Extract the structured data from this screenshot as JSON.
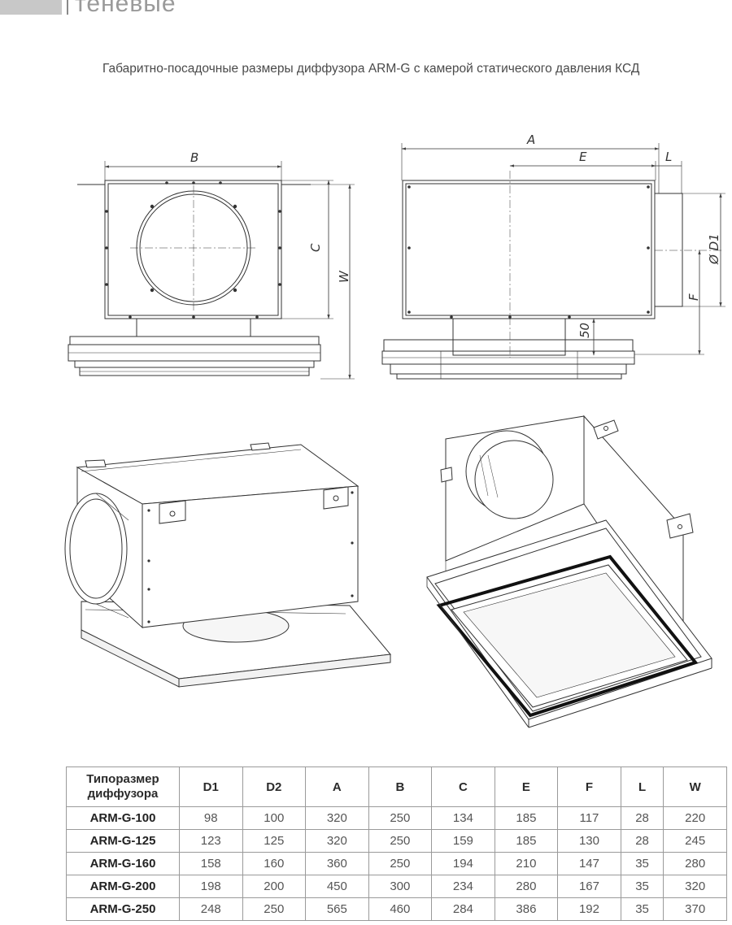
{
  "header": {
    "section_name": "теневые"
  },
  "title": "Габаритно-посадочные размеры диффузора ARM-G с камерой статического давления КСД",
  "dimension_labels": {
    "A": "A",
    "B": "B",
    "C": "C",
    "W": "W",
    "E": "E",
    "L": "L",
    "D1": "Ø D1",
    "F": "F",
    "fifty": "50"
  },
  "table": {
    "corner_header": "Типоразмер диффузора",
    "columns": [
      "D1",
      "D2",
      "A",
      "B",
      "C",
      "E",
      "F",
      "L",
      "W"
    ],
    "rows": [
      {
        "model": "ARM-G-100",
        "values": [
          "98",
          "100",
          "320",
          "250",
          "134",
          "185",
          "117",
          "28",
          "220"
        ]
      },
      {
        "model": "ARM-G-125",
        "values": [
          "123",
          "125",
          "320",
          "250",
          "159",
          "185",
          "130",
          "28",
          "245"
        ]
      },
      {
        "model": "ARM-G-160",
        "values": [
          "158",
          "160",
          "360",
          "250",
          "194",
          "210",
          "147",
          "35",
          "280"
        ]
      },
      {
        "model": "ARM-G-200",
        "values": [
          "198",
          "200",
          "450",
          "300",
          "234",
          "280",
          "167",
          "35",
          "320"
        ]
      },
      {
        "model": "ARM-G-250",
        "values": [
          "248",
          "250",
          "565",
          "460",
          "284",
          "386",
          "192",
          "35",
          "370"
        ]
      }
    ]
  }
}
